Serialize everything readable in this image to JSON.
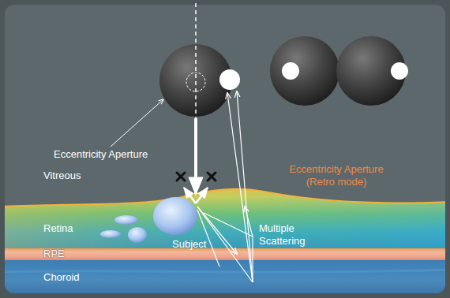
{
  "diagram": {
    "labels": [
      "Eccentricity Aperture",
      "Eccentricity Aperture (Retro mode)",
      "Vitreous",
      "Retina",
      "RPE",
      "Choroid",
      "Subject",
      "Multiple Scattering"
    ]
  }
}
